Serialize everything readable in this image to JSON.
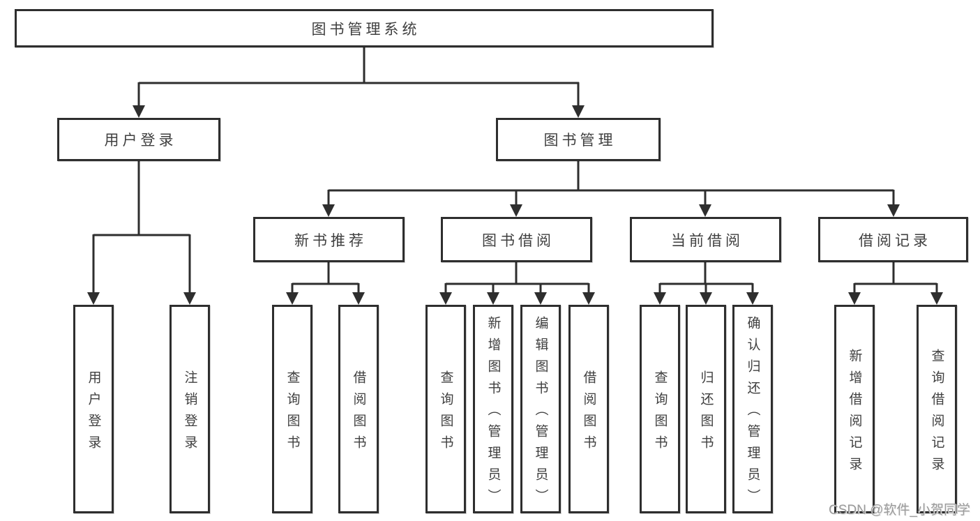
{
  "diagram": {
    "root": "图书管理系统",
    "level2": {
      "user_login": "用户登录",
      "book_mgmt": "图书管理"
    },
    "level3": {
      "new_book_rec": "新书推荐",
      "book_borrow": "图书借阅",
      "current_borrow": "当前借阅",
      "borrow_record": "借阅记录"
    },
    "leaves": {
      "user_login_1": "用户登录",
      "user_login_2": "注销登录",
      "new_book_rec_1": "查询图书",
      "new_book_rec_2": "借阅图书",
      "book_borrow_1": "查询图书",
      "book_borrow_2": "新增图书（管理员）",
      "book_borrow_3": "编辑图书（管理员）",
      "book_borrow_4": "借阅图书",
      "current_borrow_1": "查询图书",
      "current_borrow_2": "归还图书",
      "current_borrow_3": "确认归还（管理员）",
      "borrow_record_1": "新增借阅记录",
      "borrow_record_2": "查询借阅记录"
    },
    "watermark": "CSDN @软件_小贺同学",
    "colors": {
      "line": "#2e2e2e",
      "text": "#3f3f3f",
      "watermark": "#9b9b9b",
      "background": "#ffffff"
    }
  }
}
